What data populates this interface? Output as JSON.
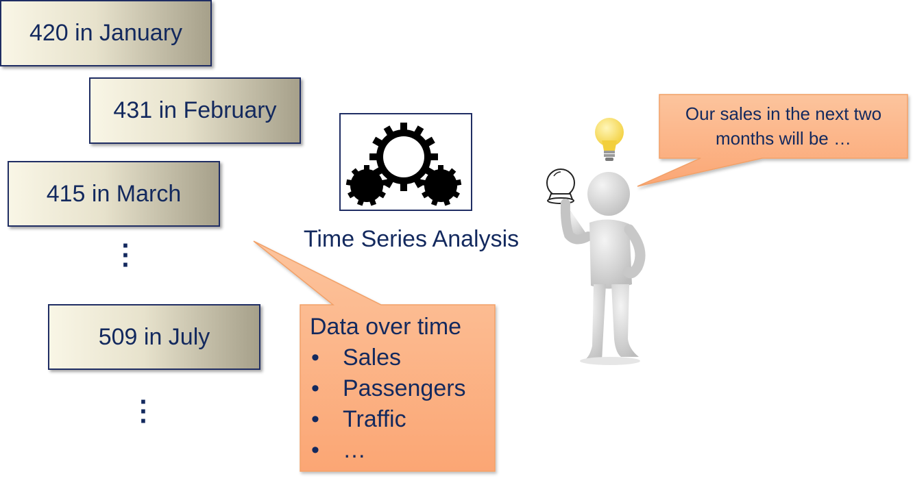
{
  "data_boxes": [
    {
      "label": "420 in January"
    },
    {
      "label": "431 in February"
    },
    {
      "label": "415 in March"
    },
    {
      "label": "509 in July"
    }
  ],
  "center": {
    "title": "Time Series Analysis",
    "icon": "gears-icon"
  },
  "data_callout": {
    "heading": "Data over time",
    "items": [
      "Sales",
      "Passengers",
      "Traffic",
      "…"
    ]
  },
  "speech_callout": {
    "text": "Our sales in the next two months will be …"
  },
  "figure": {
    "icons": [
      "person-figure-icon",
      "light-bulb-icon",
      "crystal-ball-icon"
    ]
  },
  "colors": {
    "text": "#13295e",
    "box_border": "#1f2d63",
    "callout_fill": "#fbb586",
    "callout_border": "#f4a46a",
    "bulb": "#f7de6a"
  }
}
